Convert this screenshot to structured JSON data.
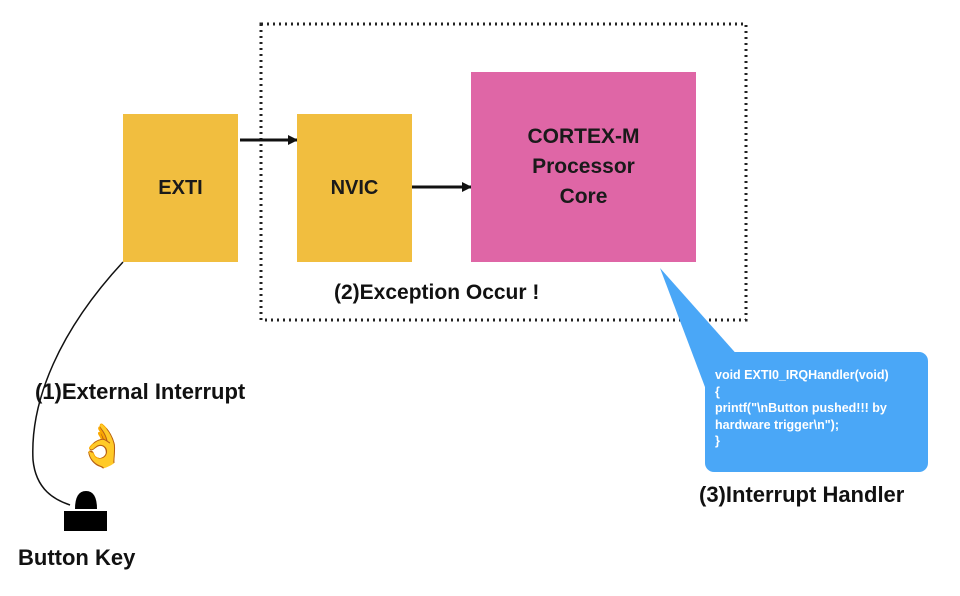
{
  "blocks": {
    "exti": "EXTI",
    "nvic": "NVIC",
    "core": [
      "CORTEX-M",
      "Processor",
      "Core"
    ]
  },
  "labels": {
    "exception": "(2)Exception Occur !",
    "external_interrupt": "(1)External Interrupt",
    "button_key": "Button Key",
    "interrupt_handler": "(3)Interrupt Handler"
  },
  "code": [
    "void EXTI0_IRQHandler(void)",
    "{",
    "printf(\"\\nButton pushed!!! by hardware trigger\\n\");",
    "}"
  ],
  "icons": {
    "hand": "👌",
    "button": "button-key-icon"
  },
  "colors": {
    "exti_nvic": "#f1be3f",
    "core": "#df66a6",
    "bubble": "#4aa7f7"
  }
}
